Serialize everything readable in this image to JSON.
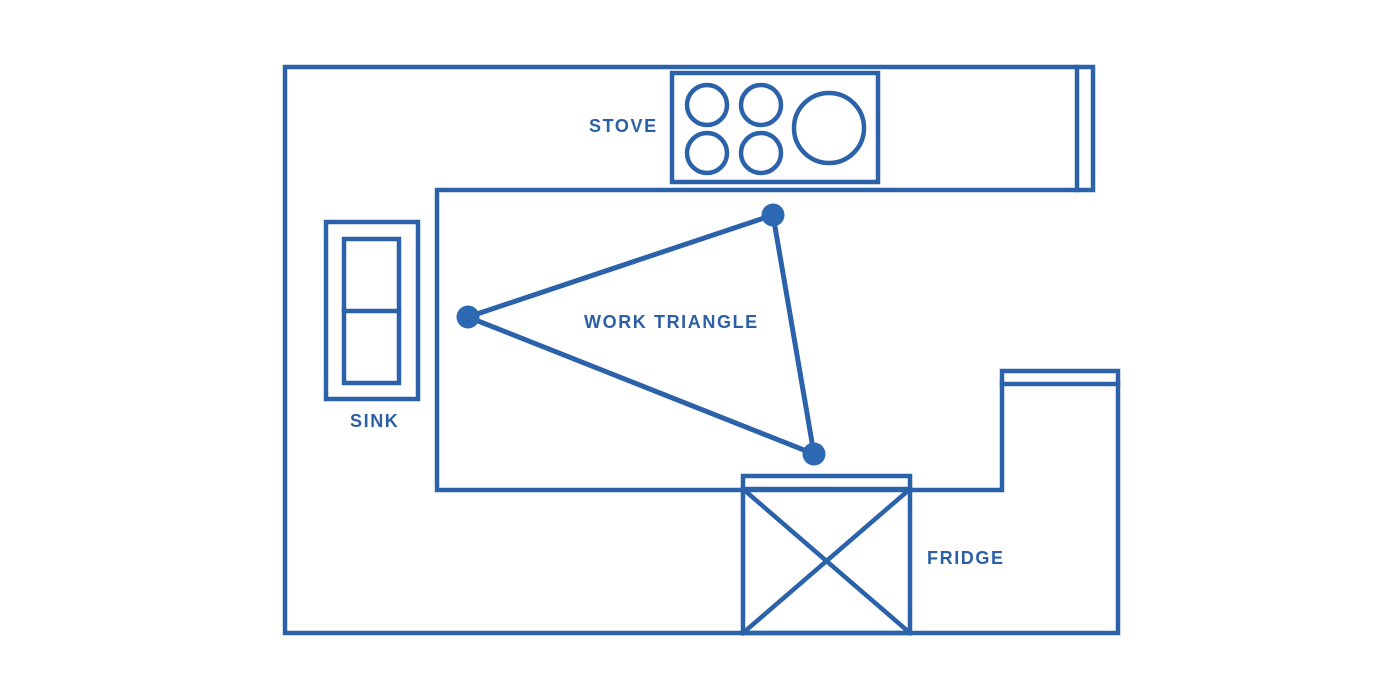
{
  "colors": {
    "line": "#2B62A9",
    "dot": "#2D68B2",
    "label": "#2B5FA6",
    "background": "#FFFFFF"
  },
  "labels": {
    "stove": "STOVE",
    "sink": "SINK",
    "fridge": "FRIDGE",
    "work_triangle": "WORK TRIANGLE"
  }
}
